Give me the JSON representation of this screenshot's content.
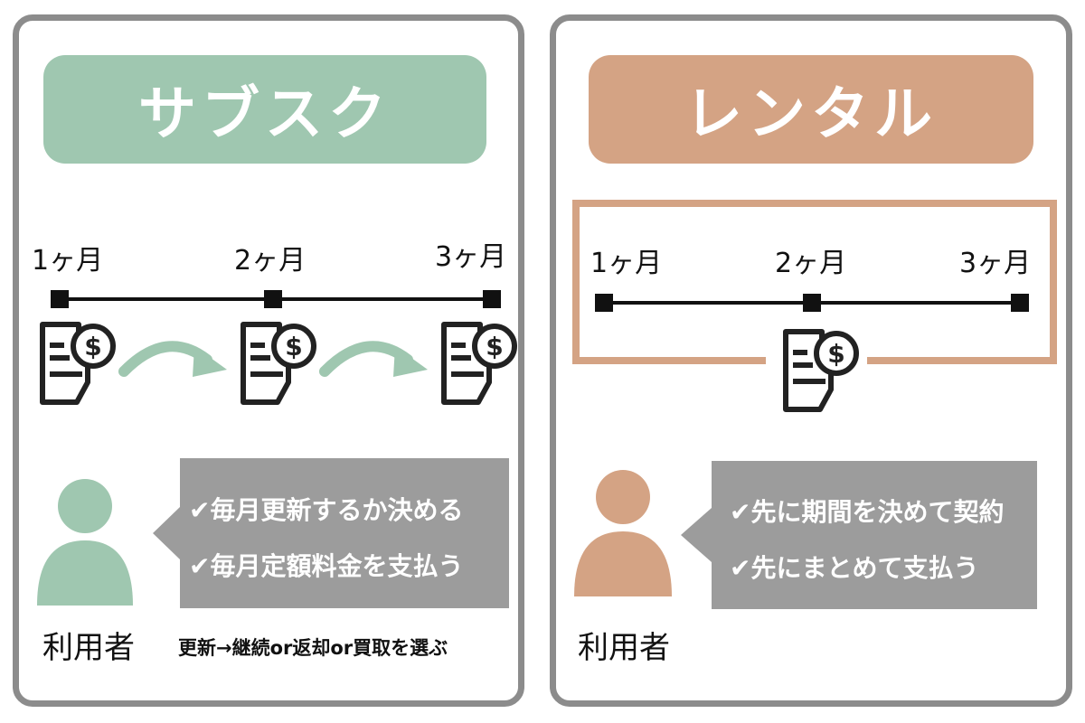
{
  "left": {
    "title": "サブスク",
    "color": "#9fc7b0",
    "months": [
      "1ヶ月",
      "2ヶ月",
      "3ヶ月"
    ],
    "checks": [
      "✔毎月更新するか決める",
      "✔毎月定額料金を支払う"
    ],
    "user_label": "利用者",
    "note": "更新→継続or返却or買取を選ぶ"
  },
  "right": {
    "title": "レンタル",
    "color": "#d4a384",
    "months": [
      "1ヶ月",
      "2ヶ月",
      "3ヶ月"
    ],
    "checks": [
      "✔先に期間を決めて契約",
      "✔先にまとめて支払う"
    ],
    "user_label": "利用者"
  },
  "icons": {
    "invoice": "invoice-dollar-icon",
    "arrow": "curved-arrow-icon",
    "person": "person-icon"
  }
}
